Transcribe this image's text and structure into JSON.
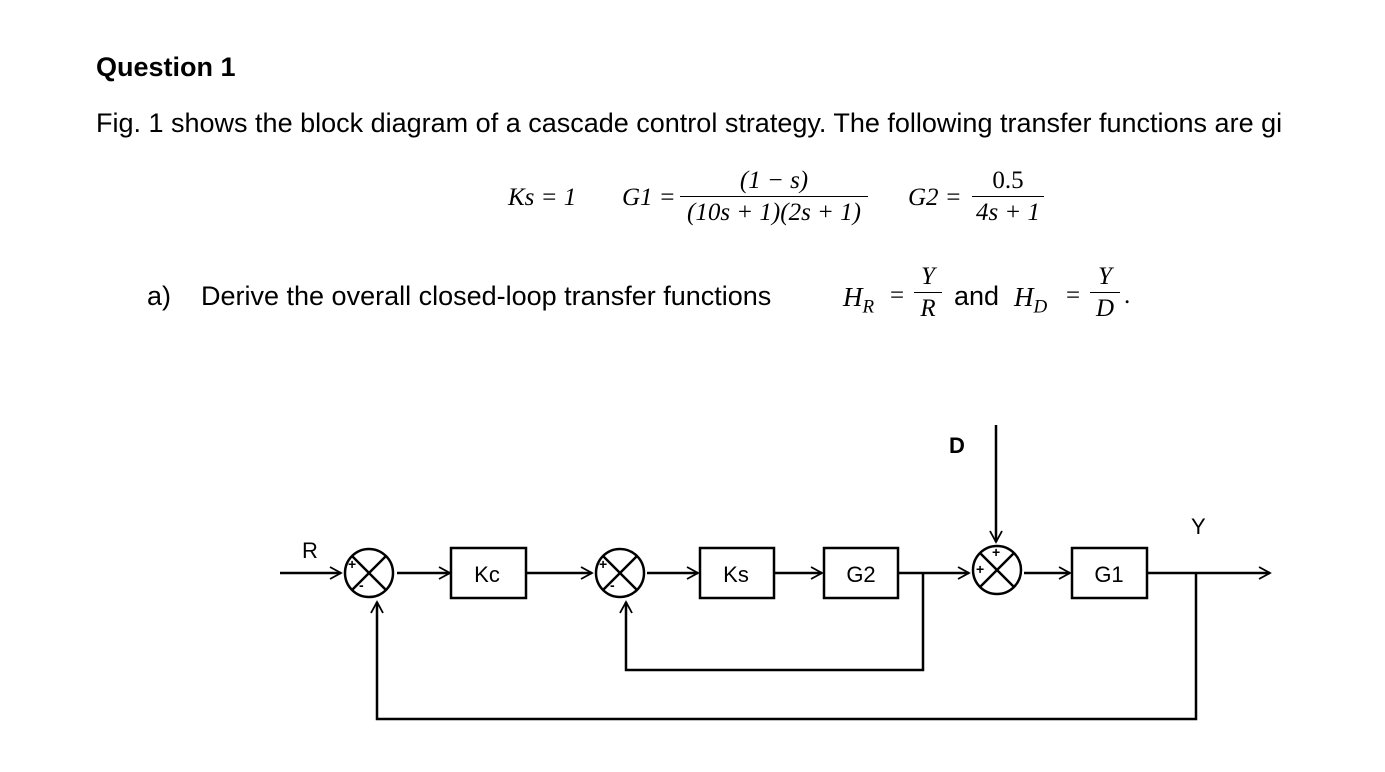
{
  "question": {
    "title": "Question 1",
    "intro": "Fig. 1 shows the block diagram of a cascade control strategy. The following transfer functions are gi"
  },
  "equations": {
    "ks": "Ks = 1",
    "g1_label": "G1 =",
    "g1_num": "(1 − s)",
    "g1_den": "(10s + 1)(2s + 1)",
    "g2_label": "G2 =",
    "g2_num": "0.5",
    "g2_den": "4s + 1"
  },
  "part_a": {
    "label": "a)",
    "text": "Derive the overall closed-loop transfer functions",
    "hr": "H",
    "hr_sub": "R",
    "eq": "=",
    "fr_num": "Y",
    "fr_den": "R",
    "and": "and",
    "hd": "H",
    "hd_sub": "D",
    "fd_num": "Y",
    "fd_den": "D",
    "period": "."
  },
  "diagram": {
    "signals": {
      "r": "R",
      "d": "D",
      "y": "Y"
    },
    "blocks": {
      "kc": "Kc",
      "ks": "Ks",
      "g2": "G2",
      "g1": "G1"
    },
    "signs": {
      "plus": "+",
      "minus": "-"
    }
  }
}
